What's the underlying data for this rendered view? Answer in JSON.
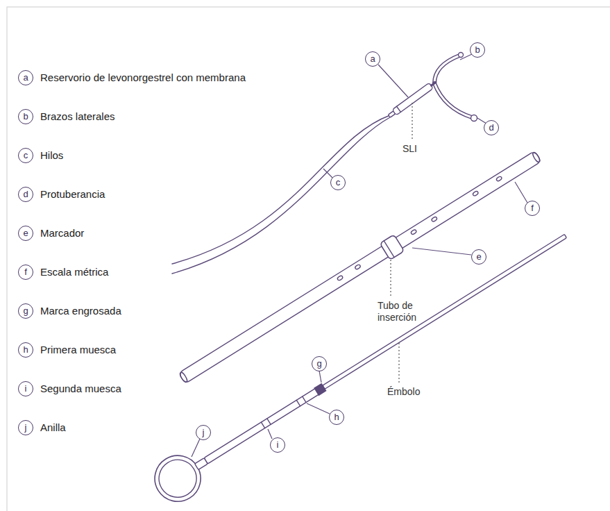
{
  "diagram": {
    "labels": [
      "a",
      "Reservorio de levonorgestrel con membrana",
      "b",
      "Brazos laterales",
      "c",
      "Hilos",
      "d",
      "Protuberancia",
      "e",
      "Marcador",
      "f",
      "Escala métrica",
      "g",
      "Marca engrosada",
      "h",
      "Primera muesca",
      "i",
      "Segunda muesca",
      "j",
      "Anilla",
      "a",
      "b",
      "c",
      "d",
      "e",
      "f",
      "g",
      "h",
      "i",
      "j",
      "SLI",
      "Tubo de inserción",
      "Émbolo"
    ]
  }
}
